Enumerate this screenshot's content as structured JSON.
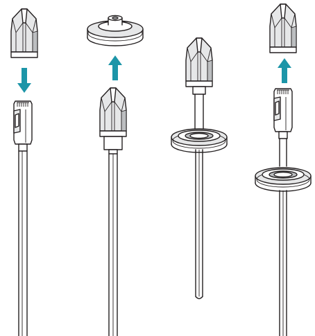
{
  "figure": {
    "steps": [
      {
        "id": 1,
        "action": "push-cap-onto-connector",
        "arrow": "down"
      },
      {
        "id": 2,
        "action": "push-grommet-over-cap",
        "arrow": "up"
      },
      {
        "id": 3,
        "action": "assembled-cable-with-grommet",
        "arrow": "none"
      },
      {
        "id": 4,
        "action": "remove-cap-from-connector",
        "arrow": "up"
      }
    ],
    "colors": {
      "arrow": "#1c95a8",
      "outline": "#231f20",
      "shade_light": "#e6e7e8",
      "shade_mid": "#bcbec0",
      "background": "#ffffff"
    },
    "icons": [
      "cable-cap-icon",
      "rj45-connector-icon",
      "cable-grommet-icon",
      "arrow-down-icon",
      "arrow-up-icon"
    ]
  }
}
